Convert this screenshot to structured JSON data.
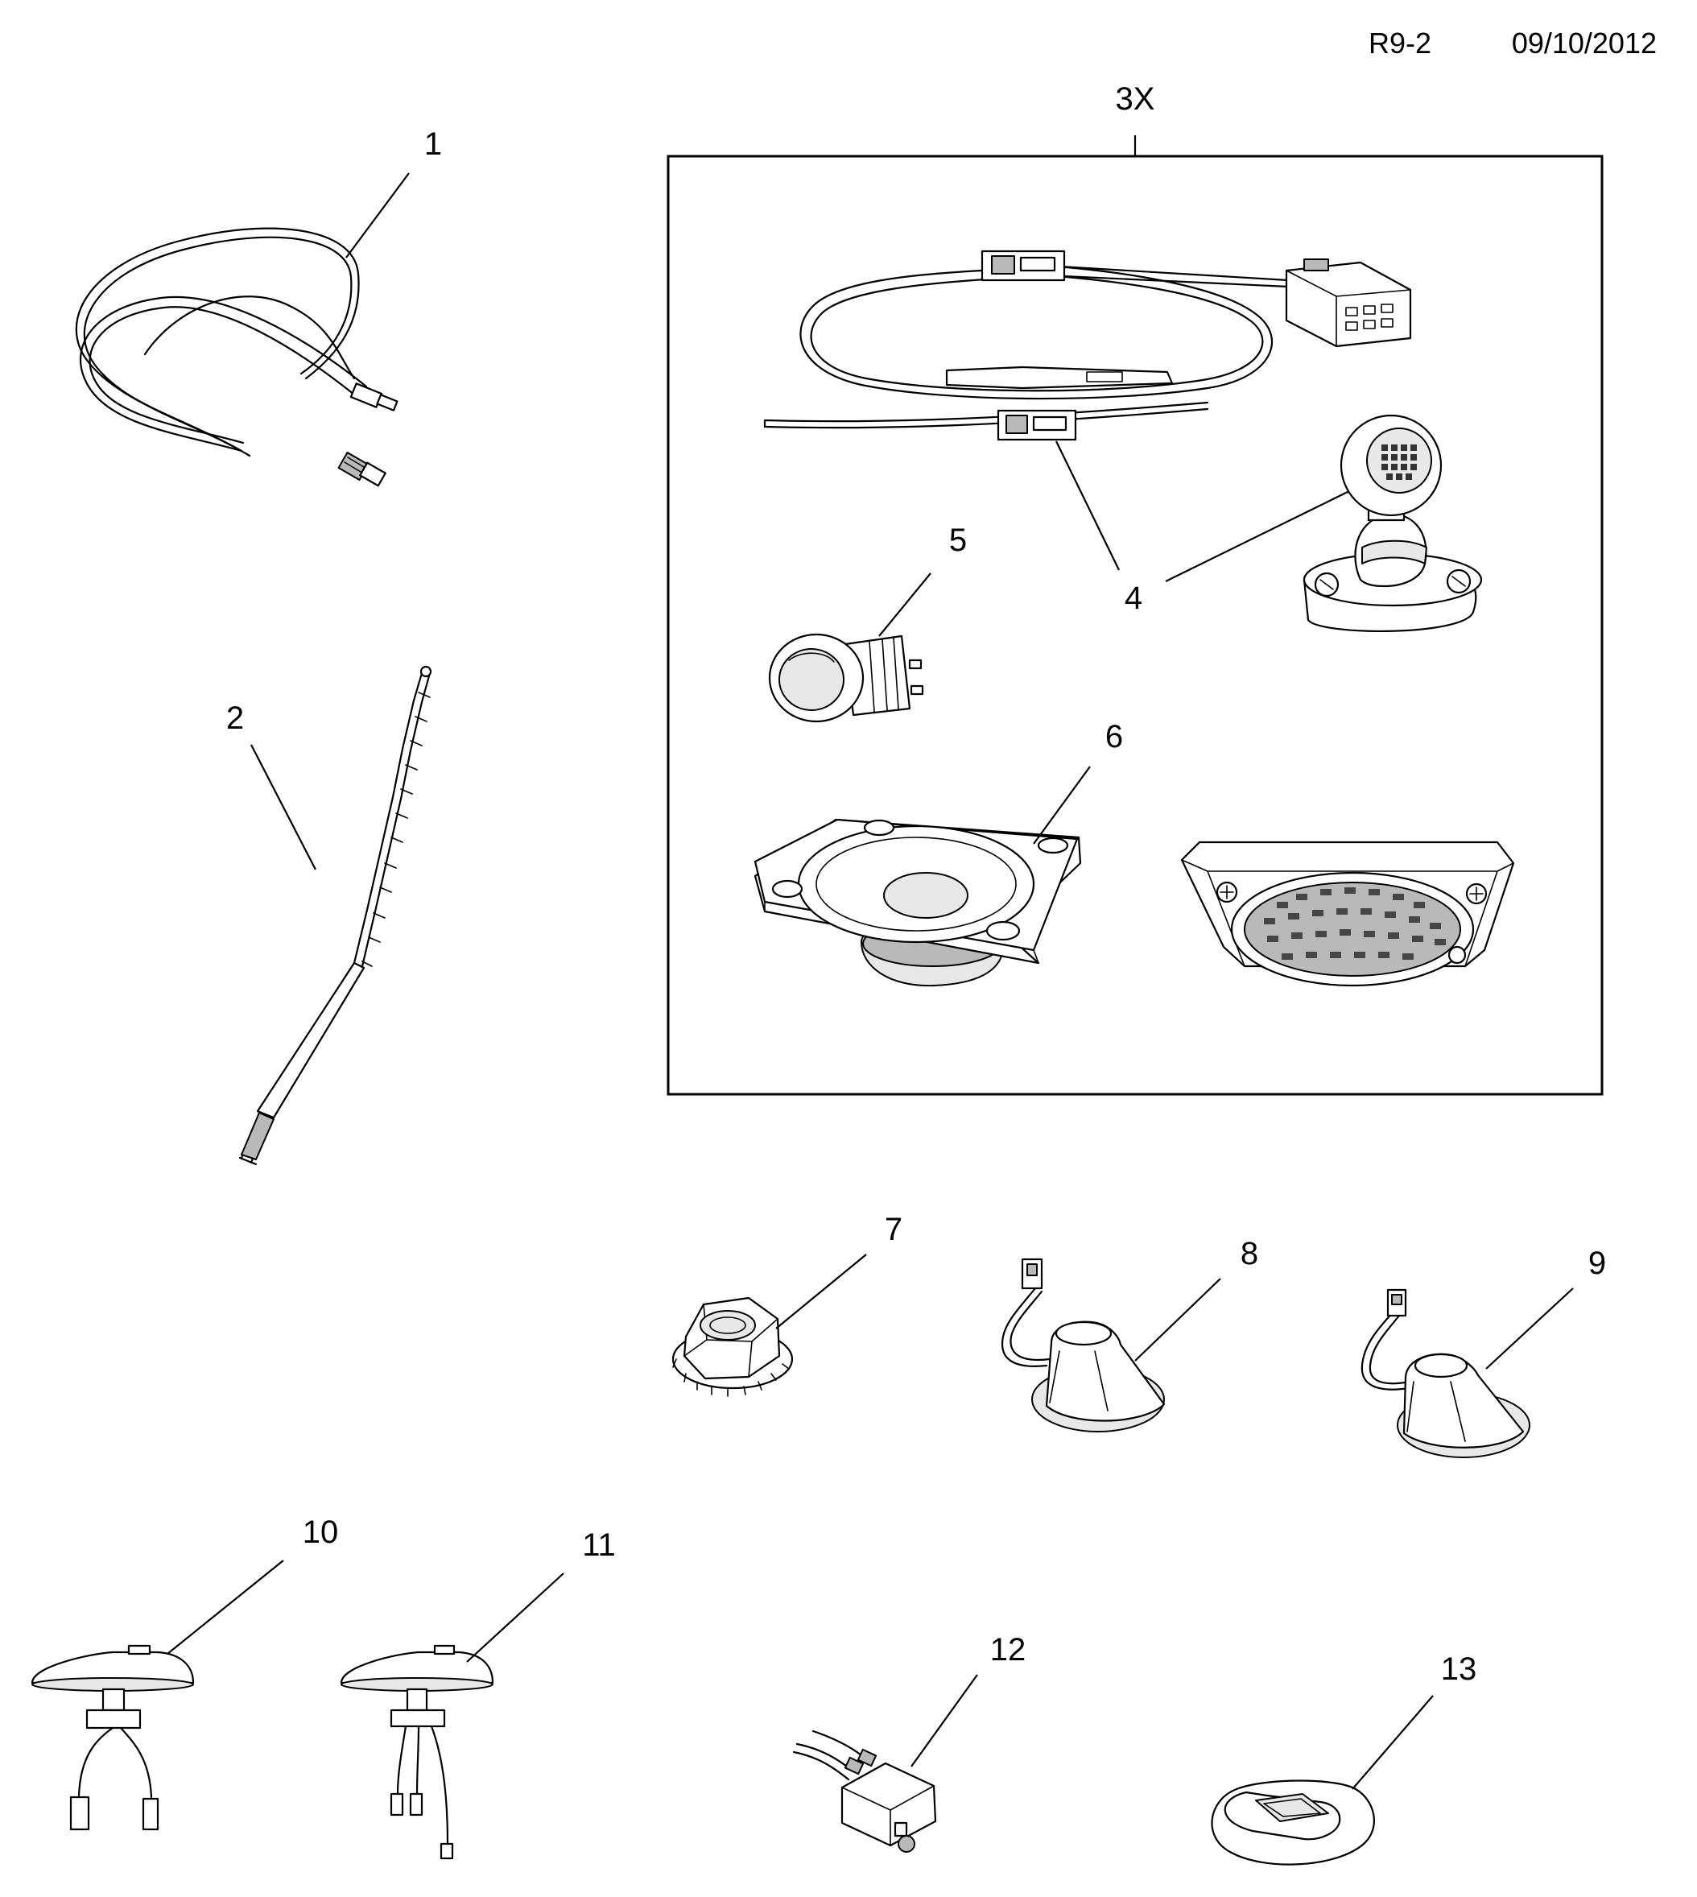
{
  "header": {
    "sheet_code": "R9-2",
    "date": "09/10/2012"
  },
  "kit_group": {
    "label": "3X"
  },
  "callouts": [
    {
      "id": "c1",
      "label": "1"
    },
    {
      "id": "c2",
      "label": "2"
    },
    {
      "id": "c4",
      "label": "4"
    },
    {
      "id": "c5",
      "label": "5"
    },
    {
      "id": "c6",
      "label": "6"
    },
    {
      "id": "c7",
      "label": "7"
    },
    {
      "id": "c8",
      "label": "8"
    },
    {
      "id": "c9",
      "label": "9"
    },
    {
      "id": "c10",
      "label": "10"
    },
    {
      "id": "c11",
      "label": "11"
    },
    {
      "id": "c12",
      "label": "12"
    },
    {
      "id": "c13",
      "label": "13"
    }
  ],
  "colors": {
    "line": "#000000",
    "background": "#ffffff",
    "shade_light": "#e8e8e8",
    "shade_dark": "#b9b9b9"
  }
}
